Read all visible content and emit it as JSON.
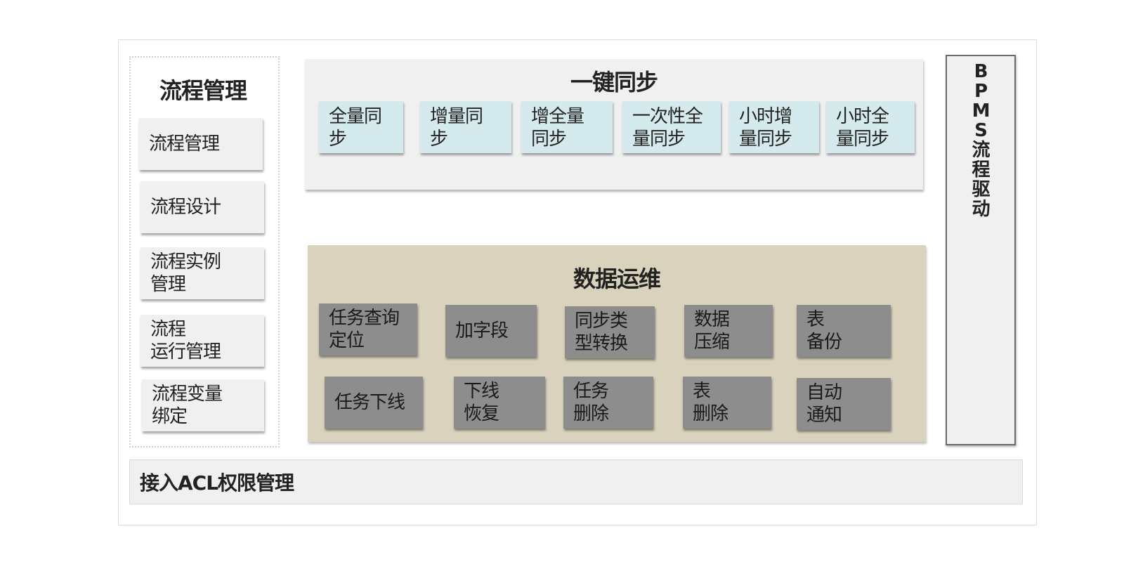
{
  "process_management": {
    "title": "流程管理",
    "items": [
      "流程管理",
      "流程设计",
      "流程实例\n管理",
      "流程\n运行管理",
      "流程变量\n绑定"
    ]
  },
  "one_click_sync": {
    "title": "一键同步",
    "items": [
      "全量同\n步",
      "增量同\n步",
      "增全量\n同步",
      "一次性全\n量同步",
      "小时增\n量同步",
      "小时全\n量同步"
    ]
  },
  "data_ops": {
    "title": "数据运维",
    "items": [
      "任务查询\n定位",
      "加字段",
      "同步类\n型转换",
      "数据\n压缩",
      "表\n备份",
      "任务下线",
      "下线\n恢复",
      "任务\n删除",
      "表\n删除",
      "自动\n通知"
    ]
  },
  "bpms": {
    "label": "B\nP\nM\nS\n流\n程\n驱\n动"
  },
  "acl": {
    "label": "接入ACL权限管理"
  },
  "colors": {
    "sync_item": "#d5eaec",
    "ops_background": "#d9d3bd",
    "ops_item": "#8d8d8d",
    "panel": "#f0f0f0"
  }
}
